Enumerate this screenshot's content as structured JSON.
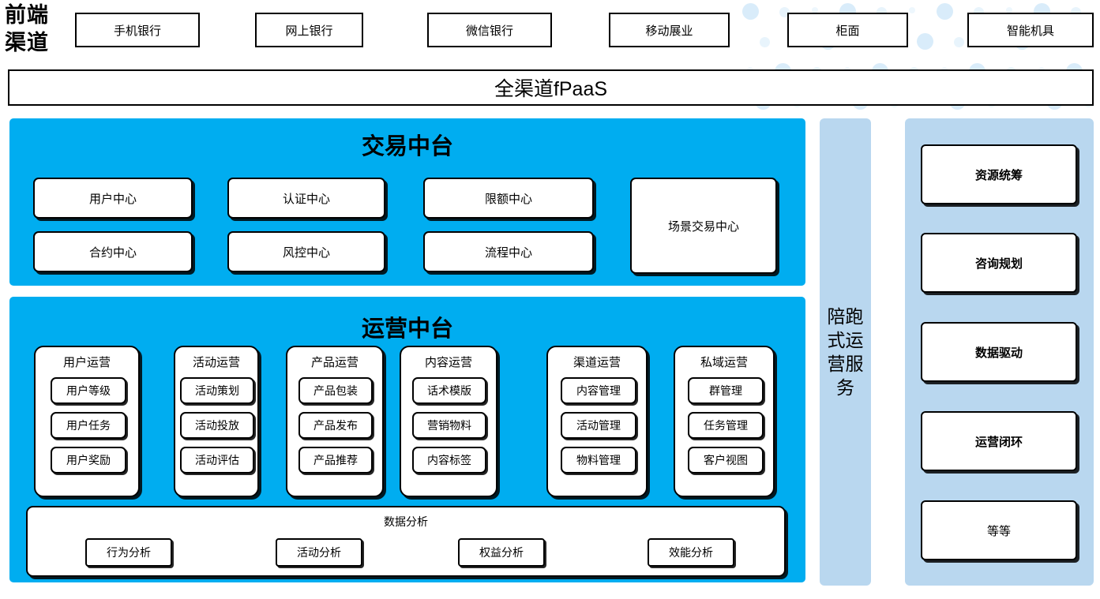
{
  "front_channel": {
    "label": "前端\n渠道",
    "label_line1": "前端",
    "label_line2": "渠道",
    "channels": [
      {
        "label": "手机银行"
      },
      {
        "label": "网上银行"
      },
      {
        "label": "微信银行"
      },
      {
        "label": "移动展业"
      },
      {
        "label": "柜面"
      },
      {
        "label": "智能机具"
      }
    ]
  },
  "platform_bar": {
    "label": "全渠道fPaaS"
  },
  "transaction_center": {
    "title": "交易中台",
    "items": [
      {
        "label": "用户中心"
      },
      {
        "label": "认证中心"
      },
      {
        "label": "限额中心"
      },
      {
        "label": "合约中心"
      },
      {
        "label": "风控中心"
      },
      {
        "label": "流程中心"
      },
      {
        "label": "场景交易中心"
      }
    ]
  },
  "operation_center": {
    "title": "运营中台",
    "groups": [
      {
        "title": "用户运营",
        "items": [
          {
            "label": "用户等级"
          },
          {
            "label": "用户任务"
          },
          {
            "label": "用户奖励"
          }
        ]
      },
      {
        "title": "活动运营",
        "items": [
          {
            "label": "活动策划"
          },
          {
            "label": "活动投放"
          },
          {
            "label": "活动评估"
          }
        ]
      },
      {
        "title": "产品运营",
        "items": [
          {
            "label": "产品包装"
          },
          {
            "label": "产品发布"
          },
          {
            "label": "产品推荐"
          }
        ]
      },
      {
        "title": "内容运营",
        "items": [
          {
            "label": "话术模版"
          },
          {
            "label": "营销物料"
          },
          {
            "label": "内容标签"
          }
        ]
      },
      {
        "title": "渠道运营",
        "items": [
          {
            "label": "内容管理"
          },
          {
            "label": "活动管理"
          },
          {
            "label": "物料管理"
          }
        ]
      },
      {
        "title": "私域运营",
        "items": [
          {
            "label": "群管理"
          },
          {
            "label": "任务管理"
          },
          {
            "label": "客户视图"
          }
        ]
      }
    ],
    "data_analysis": {
      "title": "数据分析",
      "items": [
        {
          "label": "行为分析"
        },
        {
          "label": "活动分析"
        },
        {
          "label": "权益分析"
        },
        {
          "label": "效能分析"
        }
      ]
    }
  },
  "service_column": {
    "label": "陪跑式运营服务"
  },
  "capability_column": {
    "items": [
      {
        "label": "资源统筹",
        "bold": true
      },
      {
        "label": "咨询规划",
        "bold": true
      },
      {
        "label": "数据驱动",
        "bold": true
      },
      {
        "label": "运营闭环",
        "bold": true
      },
      {
        "label": "等等",
        "bold": false
      }
    ]
  },
  "colors": {
    "cyan_panel": "#00adf0",
    "light_blue_panel": "#b9d7ef",
    "dot_decoration": "#d9ecfa",
    "box_border": "#000000",
    "box_fill": "#ffffff",
    "page_background": "#ffffff"
  }
}
